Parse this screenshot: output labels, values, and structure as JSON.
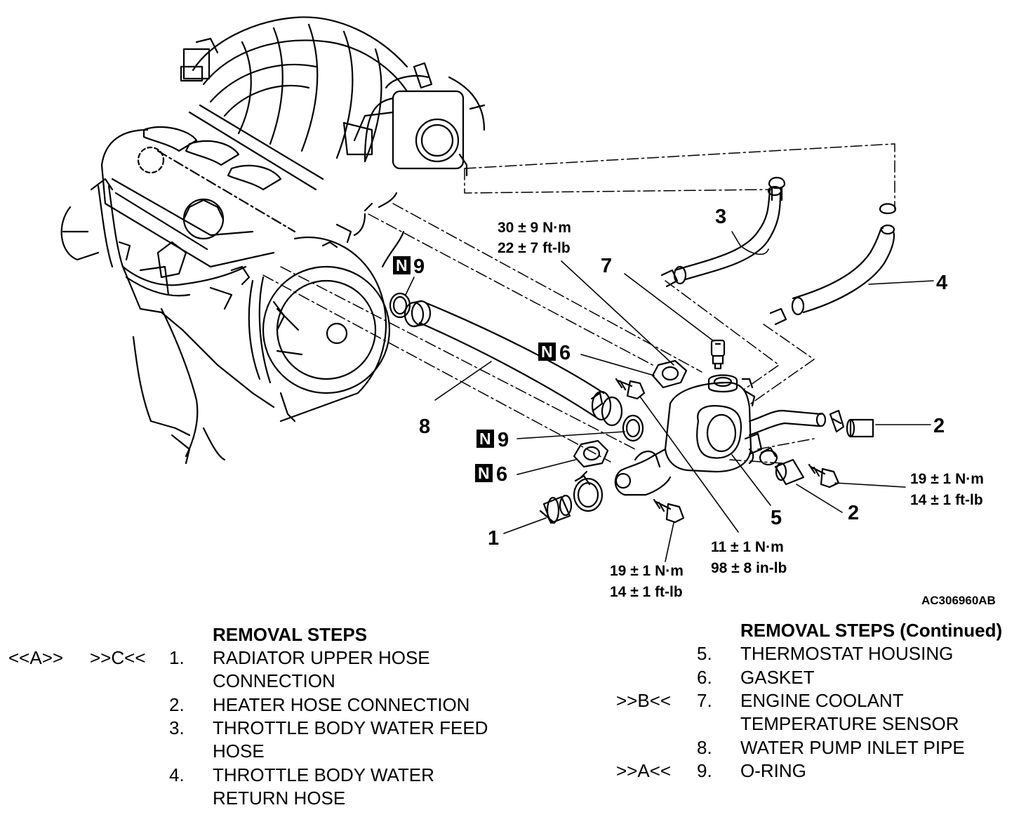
{
  "figure": {
    "id": "AC306960AB",
    "callouts": [
      "1",
      "2",
      "2",
      "3",
      "4",
      "5",
      "6",
      "6",
      "7",
      "8",
      "9",
      "9"
    ],
    "new_part_mark": "N",
    "torques": {
      "inlet_pipe_bolt": {
        "nm": "30 ± 9 N·m",
        "imp": "22 ± 7 ft-lb"
      },
      "housing_upper_bolt": {
        "nm": "11 ± 1 N·m",
        "imp": "98 ± 8 in-lb"
      },
      "housing_lower_bolt": {
        "nm": "19 ± 1 N·m",
        "imp": "14 ± 1 ft-lb"
      },
      "housing_right_bolt": {
        "nm": "19 ± 1 N·m",
        "imp": "14 ± 1 ft-lb"
      }
    }
  },
  "steps_left": {
    "header": "REMOVAL STEPS",
    "items": [
      {
        "mark_a": "<<A>>",
        "mark_b": ">>C<<",
        "num": "1.",
        "lines": [
          "RADIATOR UPPER HOSE",
          "CONNECTION"
        ]
      },
      {
        "mark_a": "",
        "mark_b": "",
        "num": "2.",
        "lines": [
          "HEATER HOSE CONNECTION"
        ]
      },
      {
        "mark_a": "",
        "mark_b": "",
        "num": "3.",
        "lines": [
          "THROTTLE BODY WATER FEED",
          "HOSE"
        ]
      },
      {
        "mark_a": "",
        "mark_b": "",
        "num": "4.",
        "lines": [
          "THROTTLE BODY WATER",
          "RETURN HOSE"
        ]
      }
    ]
  },
  "steps_right": {
    "header": "REMOVAL STEPS (Continued)",
    "items": [
      {
        "mark": "",
        "num": "5.",
        "lines": [
          "THERMOSTAT HOUSING"
        ]
      },
      {
        "mark": "",
        "num": "6.",
        "lines": [
          "GASKET"
        ]
      },
      {
        "mark": ">>B<<",
        "num": "7.",
        "lines": [
          "ENGINE COOLANT",
          "TEMPERATURE SENSOR"
        ]
      },
      {
        "mark": "",
        "num": "8.",
        "lines": [
          "WATER PUMP INLET PIPE"
        ]
      },
      {
        "mark": ">>A<<",
        "num": "9.",
        "lines": [
          "O-RING"
        ]
      }
    ]
  }
}
